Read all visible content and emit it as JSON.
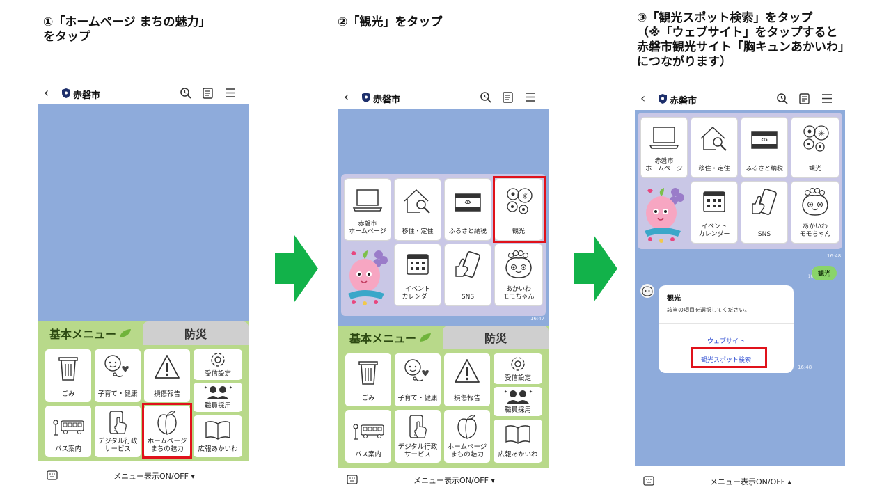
{
  "captions": {
    "step1": "①「ホームページ まちの魅力」\nをタップ",
    "step2": "②「観光」をタップ",
    "step3": "③「観光スポット検索」をタップ\n（※「ウェブサイト」をタップすると\n赤磐市観光サイト「胸キュンあかいわ」\nにつながります）"
  },
  "app": {
    "city_name": "赤磐市",
    "menu_toggle_label_down": "メニュー表示ON/OFF ▾",
    "menu_toggle_label_up": "メニュー表示ON/OFF ▴"
  },
  "rich_menu": {
    "tiles": [
      {
        "label": "赤磐市\nホームページ",
        "icon": "laptop-icon"
      },
      {
        "label": "移住・定住",
        "icon": "house-search-icon"
      },
      {
        "label": "ふるさと納税",
        "icon": "gift-box-icon"
      },
      {
        "label": "観光",
        "icon": "flowers-icon"
      },
      {
        "label": "イベント\nカレンダー",
        "icon": "calendar-icon"
      },
      {
        "label": "SNS",
        "icon": "smartphone-thumb-icon"
      },
      {
        "label": "あかいわ\nモモちゃん",
        "icon": "momo-chan-icon"
      }
    ],
    "timestamp_phone2": "16:47",
    "timestamp_phone3": "16:48"
  },
  "basic_menu": {
    "tab_basic": "基本メニュー",
    "tab_bousai": "防災",
    "tiles": [
      {
        "label": "ごみ",
        "icon": "trash-can-icon"
      },
      {
        "label": "子育て・健康",
        "icon": "baby-stethoscope-icon"
      },
      {
        "label": "損傷報告",
        "icon": "warning-icon"
      },
      {
        "label": "受信設定",
        "icon": "gear-icon"
      },
      {
        "label": "職員採用",
        "icon": "staff-icon"
      },
      {
        "label": "バス案内",
        "icon": "bus-icon"
      },
      {
        "label": "デジタル行政\nサービス",
        "icon": "phone-tap-icon"
      },
      {
        "label": "ホームページ\nまちの魅力",
        "icon": "peach-icon"
      },
      {
        "label": "広報あかいわ",
        "icon": "open-book-icon"
      }
    ]
  },
  "chat": {
    "user_message": "観光",
    "read_status": "既読",
    "user_time": "16:48",
    "bot_card": {
      "title": "観光",
      "text": "該当の項目を選択してください。",
      "action_website": "ウェブサイト",
      "action_spot_search": "観光スポット検索",
      "time": "16:48"
    }
  },
  "colors": {
    "chat_bg": "#8eabdb",
    "menu_green": "#b8d98a",
    "arrow_green": "#12b24a",
    "highlight_red": "#e0121b"
  }
}
